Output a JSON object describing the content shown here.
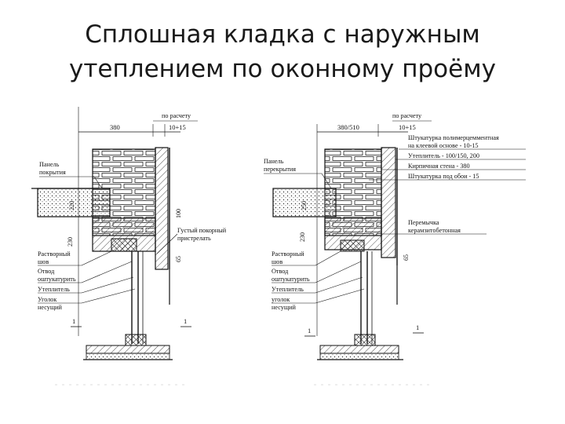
{
  "slide": {
    "title_line1": "Сплошная кладка с наружным",
    "title_line2": "утеплением по оконному проёму"
  },
  "left_detail": {
    "dim_width": "380",
    "dim_by_calc": "по расчету",
    "dim_gap": "10+15",
    "label_panel": [
      "Панель",
      "покрытия"
    ],
    "dim_220": "220",
    "dim_230": "230",
    "dim_100": "100",
    "dim_65": "65",
    "label_sealant": [
      "Густый покорный",
      "пристрелать"
    ],
    "label_stack": [
      "Растворный",
      "шов",
      "Отвод",
      "оштукатурить",
      "Утеплитель",
      "Уголок",
      "несущий"
    ],
    "section_mark": "1"
  },
  "right_detail": {
    "dim_width": "380/510",
    "dim_by_calc": "по расчету",
    "dim_gap": "10+15",
    "label_panel": [
      "Панель",
      "перекрытия"
    ],
    "dim_250": "250",
    "dim_230": "230",
    "dim_65": "65",
    "legend": [
      "Штукатурка полимерцемментная",
      "на клеевой основе - 10-15",
      "Утеплитель - 100/150, 200",
      "Кирпичная стена - 380",
      "Штукатурка под обои - 15"
    ],
    "label_lintel": [
      "Перемычка",
      "керамзитобетонная"
    ],
    "label_stack": [
      "Растворный",
      "шов",
      "Отвод",
      "оштукатурить",
      "Утеплитель",
      "уголок",
      "несущий"
    ],
    "section_mark": "1"
  }
}
